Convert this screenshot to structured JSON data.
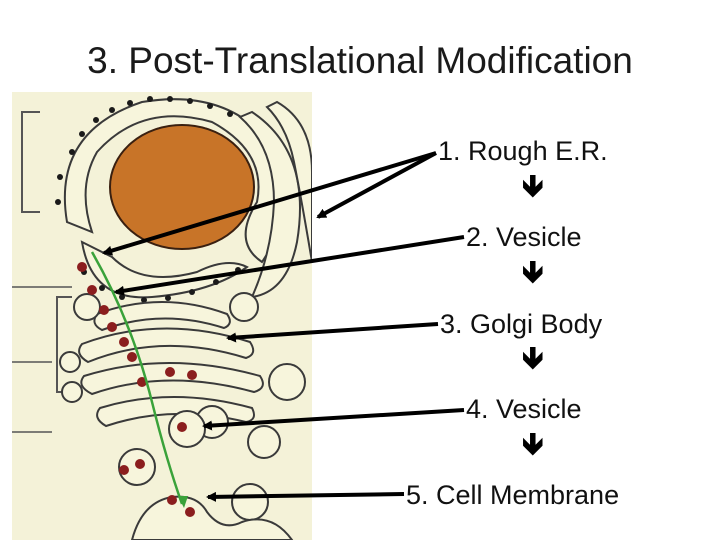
{
  "title": "3. Post-Translational Modification",
  "steps": [
    {
      "label": "1. Rough E.R."
    },
    {
      "label": "2. Vesicle"
    },
    {
      "label": "3. Golgi Body"
    },
    {
      "label": "4. Vesicle"
    },
    {
      "label": "5. Cell Membrane"
    }
  ],
  "icons": {
    "step_connector": "down-arrow-icon",
    "pointer": "pointer-arrow"
  },
  "colors": {
    "nucleus": "#c87428",
    "membrane_fill": "#f7f5dc",
    "membrane_outline": "#3a3a3a",
    "protein_dot": "#8b1e1e",
    "transport_path": "#3aa23a",
    "background_figure": "#f4f2d8"
  }
}
